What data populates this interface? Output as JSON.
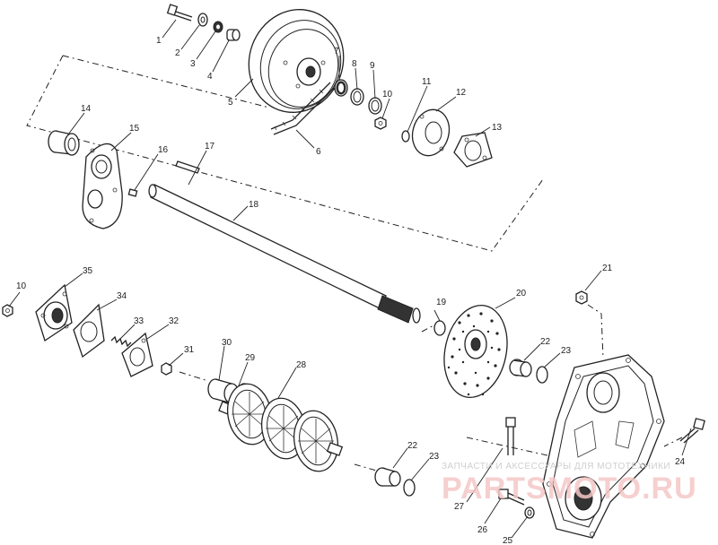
{
  "watermark": {
    "subtitle": "ЗАПЧАСТИ И АКСЕССУАРЫ ДЛЯ МОТОТЕХНИКИ",
    "site": "PARTSMOTO.RU"
  },
  "colors": {
    "line": "#222222",
    "watermark_red": "#f4c7c7",
    "watermark_gray": "#cfcfcf"
  },
  "callouts": {
    "c1": "1",
    "c2": "2",
    "c3": "3",
    "c4": "4",
    "c5": "5",
    "c6": "6",
    "c7": "7",
    "c8": "8",
    "c9": "9",
    "c10a": "10",
    "c11": "11",
    "c12": "12",
    "c13": "13",
    "c14": "14",
    "c15": "15",
    "c16": "16",
    "c17": "17",
    "c18": "18",
    "c10b": "10",
    "c35": "35",
    "c34": "34",
    "c33": "33",
    "c32": "32",
    "c31": "31",
    "c30": "30",
    "c29": "29",
    "c28": "28",
    "c19": "19",
    "c20": "20",
    "c21": "21",
    "c22a": "22",
    "c23a": "23",
    "c22b": "22",
    "c23b": "23",
    "c24": "24",
    "c27": "27",
    "c26": "26",
    "c25": "25"
  }
}
